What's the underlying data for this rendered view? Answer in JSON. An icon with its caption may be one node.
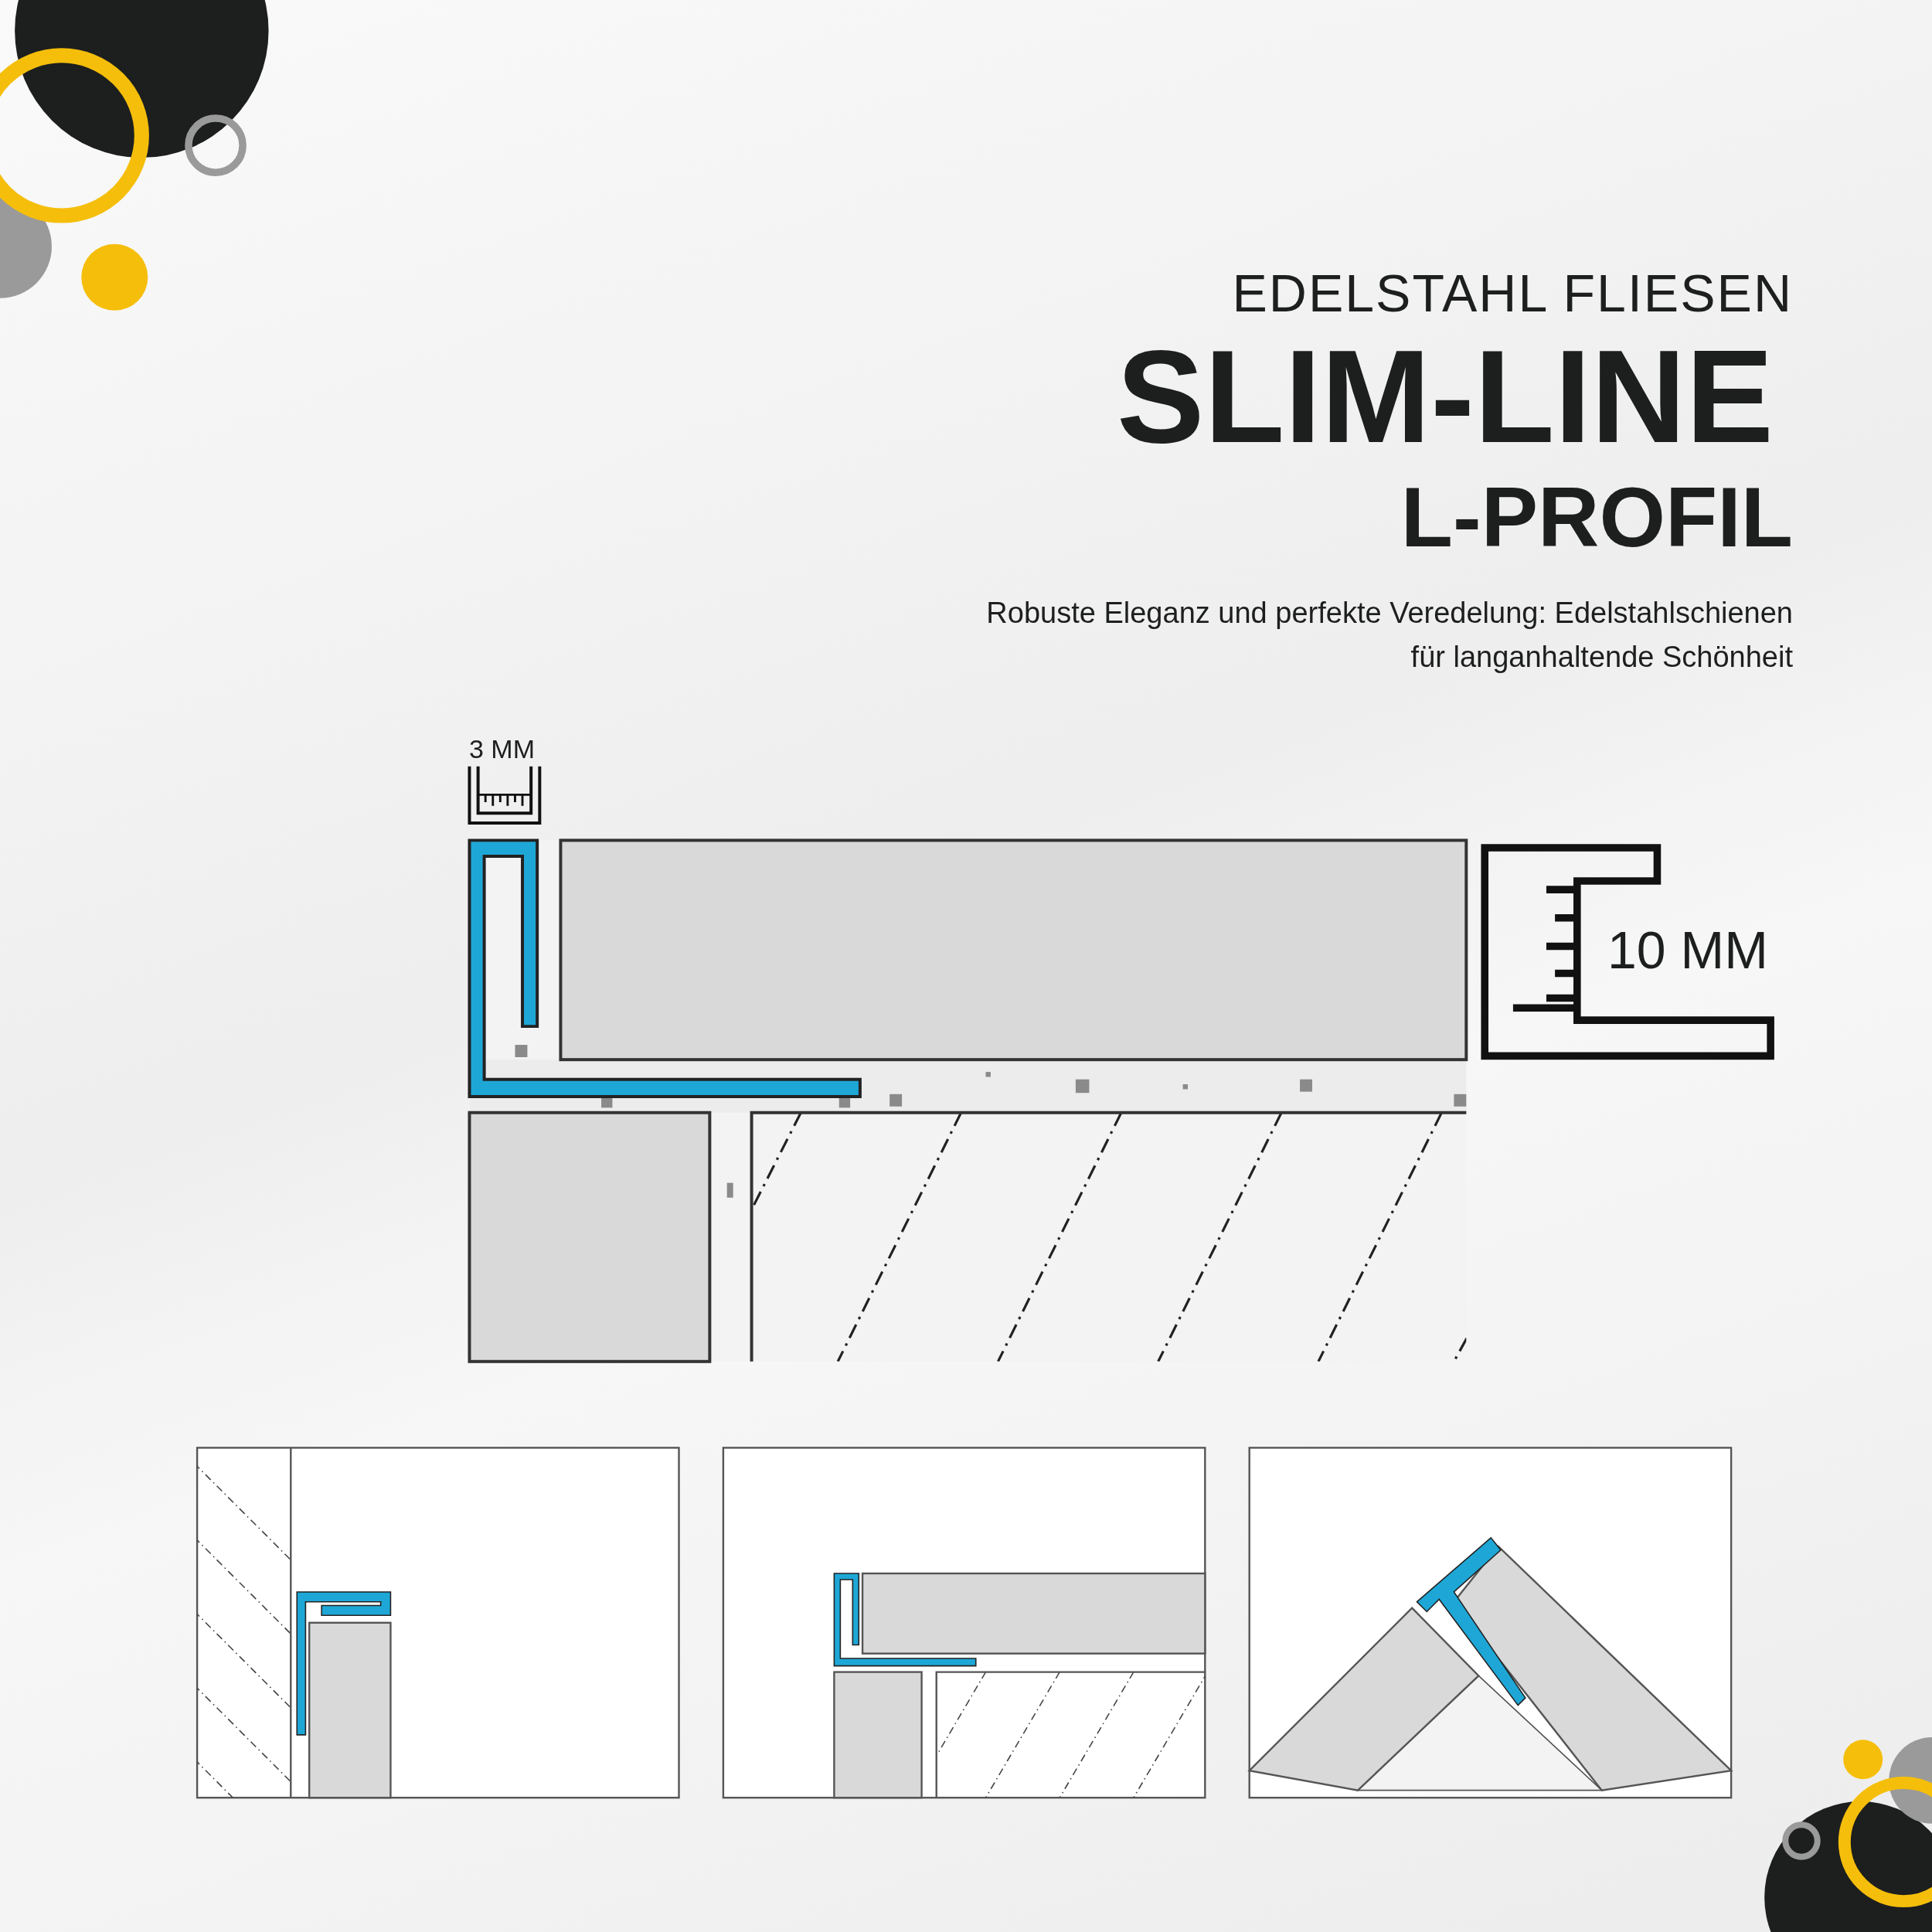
{
  "diagram": {
    "labels": [
      "EDELSTAHL FLIESEN",
      "SLIM-LINE",
      "L-PROFIL",
      "Robuste Eleganz und perfekte Veredelung: Edelstahlschienen für langanhaltende Schönheit",
      "3 MM",
      "10 MM"
    ]
  }
}
